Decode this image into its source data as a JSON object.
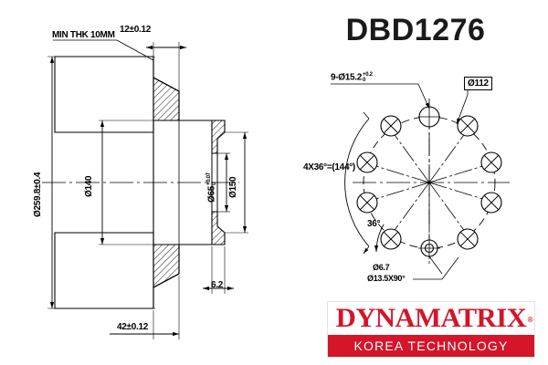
{
  "title": "DBD1276",
  "logo": {
    "wordmark": "DYNAMATRIX",
    "registered": "®",
    "tagline": "KOREA TECHNOLOGY",
    "brand_color": "#d4152a"
  },
  "colors": {
    "line": "#000000",
    "background": "#ffffff",
    "brand": "#d4152a"
  },
  "section_view": {
    "name": "cross-section-view",
    "labels": {
      "min_thickness": "MIN THK 10MM",
      "flange_thickness": "12±0.12",
      "outer_diameter": "Ø259.8±0.4",
      "inner_diameter": "Ø140",
      "hub_bore": "Ø65",
      "hub_bore_tol_upper": "+0.07",
      "hub_bore_tol_lower": "0",
      "hub_diameter": "Ø150",
      "hub_height": "6.2",
      "overall_height": "42±0.12"
    }
  },
  "face_view": {
    "name": "bolt-pattern-view",
    "labels": {
      "bolt_holes": "9-Ø15.2",
      "bolt_holes_tol_upper": "+0.2",
      "bolt_holes_tol_lower": "0",
      "bolt_circle": "Ø112",
      "angle_span": "4X36°=(144°)",
      "angle_pitch": "36°",
      "small_hole": "Ø6.7",
      "countersink": "Ø13.5X90°"
    },
    "geometry": {
      "bolt_hole_count": 9,
      "bolt_circle_diameter_mm": 112,
      "angular_pitch_deg": 36
    }
  }
}
